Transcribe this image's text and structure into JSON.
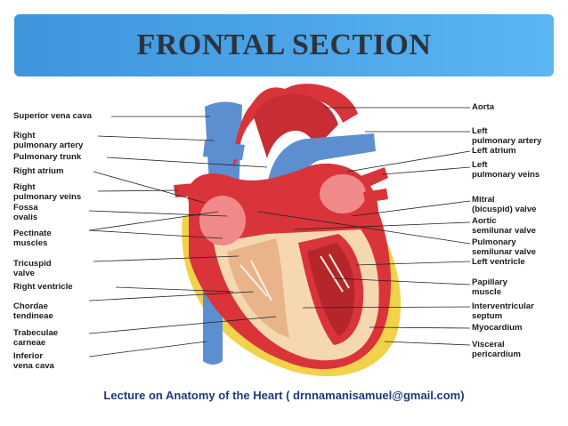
{
  "title": "FRONTAL SECTION",
  "caption": "Lecture on  Anatomy of the Heart ( drnnamanisamuel@gmail.com)",
  "colors": {
    "banner": "#4aa2e6",
    "title": "#2a3440",
    "caption": "#1f3a7a",
    "artery": "#d9343a",
    "vein": "#5d8fd0",
    "myocardium": "#f6d8b0",
    "fat": "#f2d24a"
  },
  "labels_left": {
    "superior_vena_cava": "Superior vena cava",
    "right_pulmonary_artery": "Right\npulmonary artery",
    "pulmonary_trunk": "Pulmonary trunk",
    "right_atrium": "Right atrium",
    "right_pulmonary_veins": "Right\npulmonary veins",
    "fossa_ovalis": "Fossa\novalis",
    "pectinate_muscles": "Pectinate\nmuscles",
    "tricuspid_valve": "Tricuspid\nvalve",
    "right_ventricle": "Right ventricle",
    "chordae_tendineae": "Chordae\ntendineae",
    "trabeculae_carneae": "Trabeculae\ncarneae",
    "inferior_vena_cava": "Inferior\nvena cava"
  },
  "labels_right": {
    "aorta": "Aorta",
    "left_pulmonary_artery": "Left\npulmonary artery",
    "left_atrium": "Left atrium",
    "left_pulmonary_veins": "Left\npulmonary veins",
    "mitral_valve": "Mitral\n(bicuspid) valve",
    "aortic_semilunar_valve": "Aortic\nsemilunar valve",
    "pulmonary_semilunar_valve": "Pulmonary\nsemilunar valve",
    "left_ventricle": "Left ventricle",
    "papillary_muscle": "Papillary\nmuscle",
    "interventricular_septum": "Interventricular\nseptum",
    "myocardium": "Myocardium",
    "visceral_pericardium": "Visceral\npericardium"
  }
}
